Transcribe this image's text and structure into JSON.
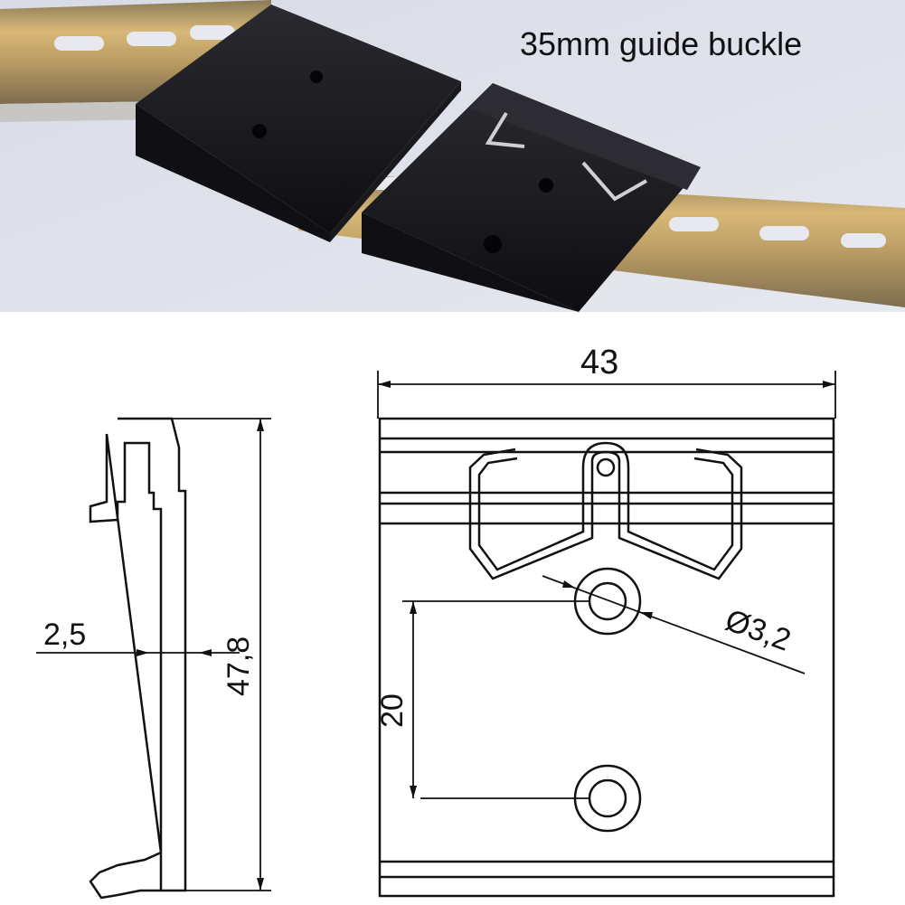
{
  "caption": "35mm guide buckle",
  "dimensions": {
    "width": "43",
    "height": "47,8",
    "thickness": "2,5",
    "hole_spacing": "20",
    "hole_diameter": "Ø3,2"
  },
  "colors": {
    "photo_background": "#d8dbe6",
    "clip_body": "#1c1c20",
    "rail_metal": "#c9a86a",
    "line": "#111111"
  }
}
